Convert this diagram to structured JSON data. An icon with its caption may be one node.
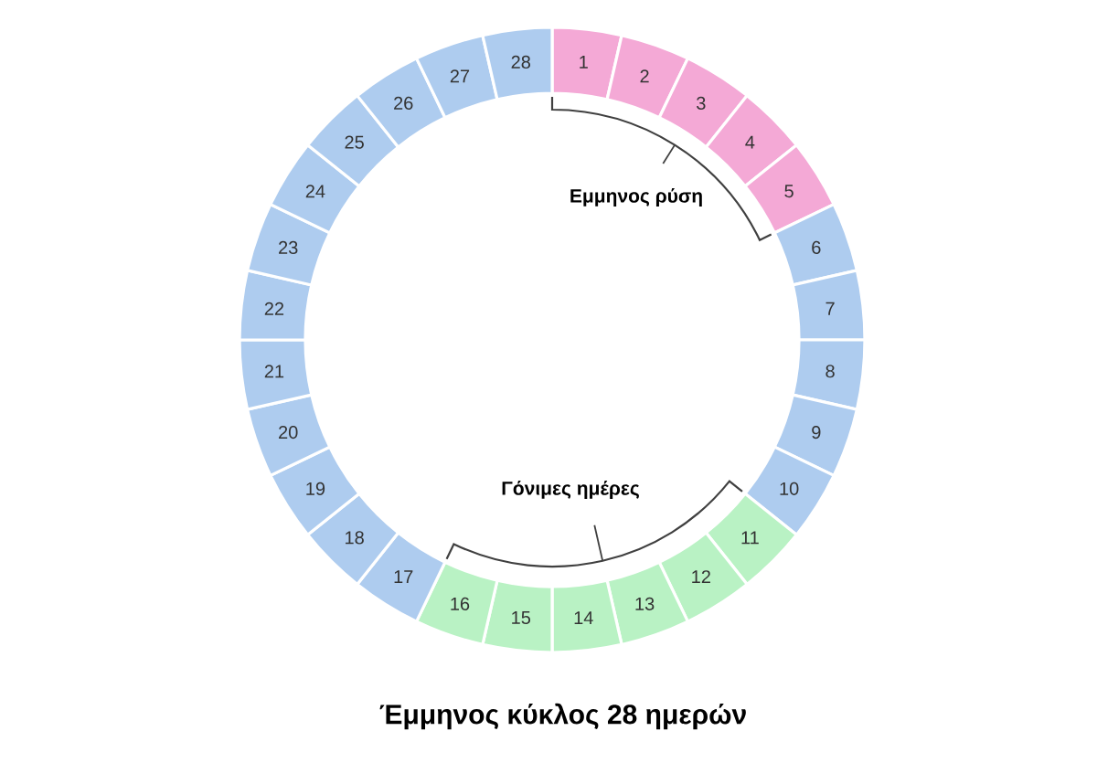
{
  "diagram": {
    "caption": "Έμμηνος κύκλος 28 ημερών",
    "nodes": [
      {
        "text": [
          "1"
        ]
      },
      {
        "text": [
          "2"
        ]
      },
      {
        "text": [
          "3"
        ]
      },
      {
        "text": [
          "4"
        ]
      },
      {
        "text": [
          "5"
        ]
      },
      {
        "text": [
          "6"
        ]
      },
      {
        "text": [
          "7"
        ]
      },
      {
        "text": [
          "8"
        ]
      },
      {
        "text": [
          "9"
        ]
      },
      {
        "text": [
          "10"
        ]
      },
      {
        "text": [
          "11"
        ]
      },
      {
        "text": [
          "12"
        ]
      },
      {
        "text": [
          "13"
        ]
      },
      {
        "text": [
          "14"
        ]
      },
      {
        "text": [
          "15"
        ]
      },
      {
        "text": [
          "16"
        ]
      },
      {
        "text": [
          "17"
        ]
      },
      {
        "text": [
          "18"
        ]
      },
      {
        "text": [
          "19"
        ]
      },
      {
        "text": [
          "20"
        ]
      },
      {
        "text": [
          "21"
        ]
      },
      {
        "text": [
          "22"
        ]
      },
      {
        "text": [
          "23"
        ]
      },
      {
        "text": [
          "24"
        ]
      },
      {
        "text": [
          "25"
        ]
      },
      {
        "text": [
          "26"
        ]
      },
      {
        "text": [
          "27"
        ]
      },
      {
        "text": [
          "28"
        ]
      }
    ],
    "labels": [
      "Εμμηνος ρύση",
      "Γόνιμες ημέρες"
    ]
  }
}
